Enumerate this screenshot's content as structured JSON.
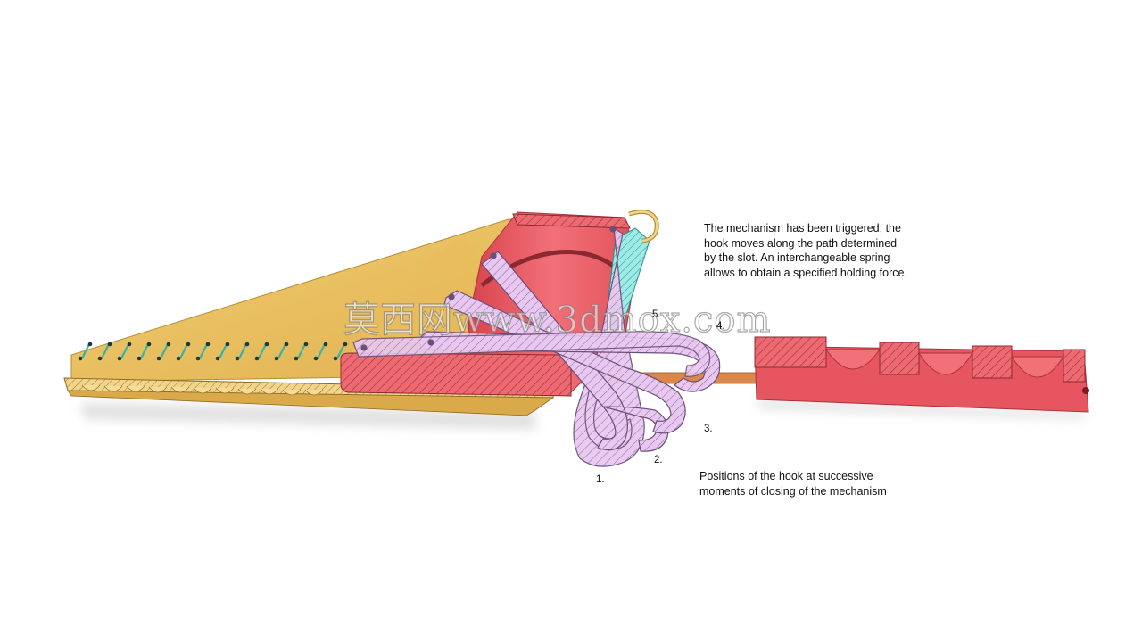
{
  "annotations": {
    "main": "The mechanism has been triggered; the\nhook moves along the path determined\nby the slot. An interchangeable spring\nallows to obtain a specified holding force.",
    "positions": "Positions of the hook at successive\nmoments of closing of the mechanism"
  },
  "position_labels": [
    "1.",
    "2.",
    "3.",
    "4.",
    "5."
  ],
  "watermark": "莫西网www.3dmox.com",
  "colors": {
    "base": "#e8c060",
    "base_dark": "#c89a3a",
    "body": "#ee5a63",
    "body_dark": "#c9404a",
    "hook": "#e6c4ee",
    "hook_stroke": "#6b4f78",
    "spring": "#8ee3e0",
    "rod": "#d9874a",
    "stitch": "#35b3a8"
  }
}
